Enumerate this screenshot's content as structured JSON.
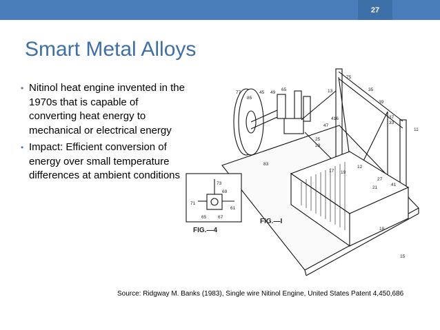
{
  "header": {
    "page_number": "27",
    "bar_color": "#4a7ebb",
    "box_color": "#3d6fa8"
  },
  "slide": {
    "title": "Smart Metal Alloys",
    "bullets": [
      "Nitinol heat engine invented in the 1970s that is capable of converting heat energy to mechanical or electrical energy",
      "Impact: Efficient conversion of energy over small temperature differences at ambient conditions"
    ],
    "caption": "Source: Ridgway M. Banks (1983), Single wire Nitinol Engine, United States Patent 4,450,686"
  },
  "figure": {
    "fig1_label": "FIG.—I",
    "fig4_label": "FIG.—4",
    "numbers": [
      "77",
      "85",
      "45",
      "49",
      "65",
      "13",
      "75",
      "35",
      "39",
      "37",
      "33",
      "416",
      "47",
      "25",
      "23",
      "17",
      "19",
      "12",
      "27",
      "21",
      "41",
      "18",
      "15",
      "61",
      "69",
      "71",
      "73",
      "65",
      "67",
      "83",
      "11"
    ]
  }
}
